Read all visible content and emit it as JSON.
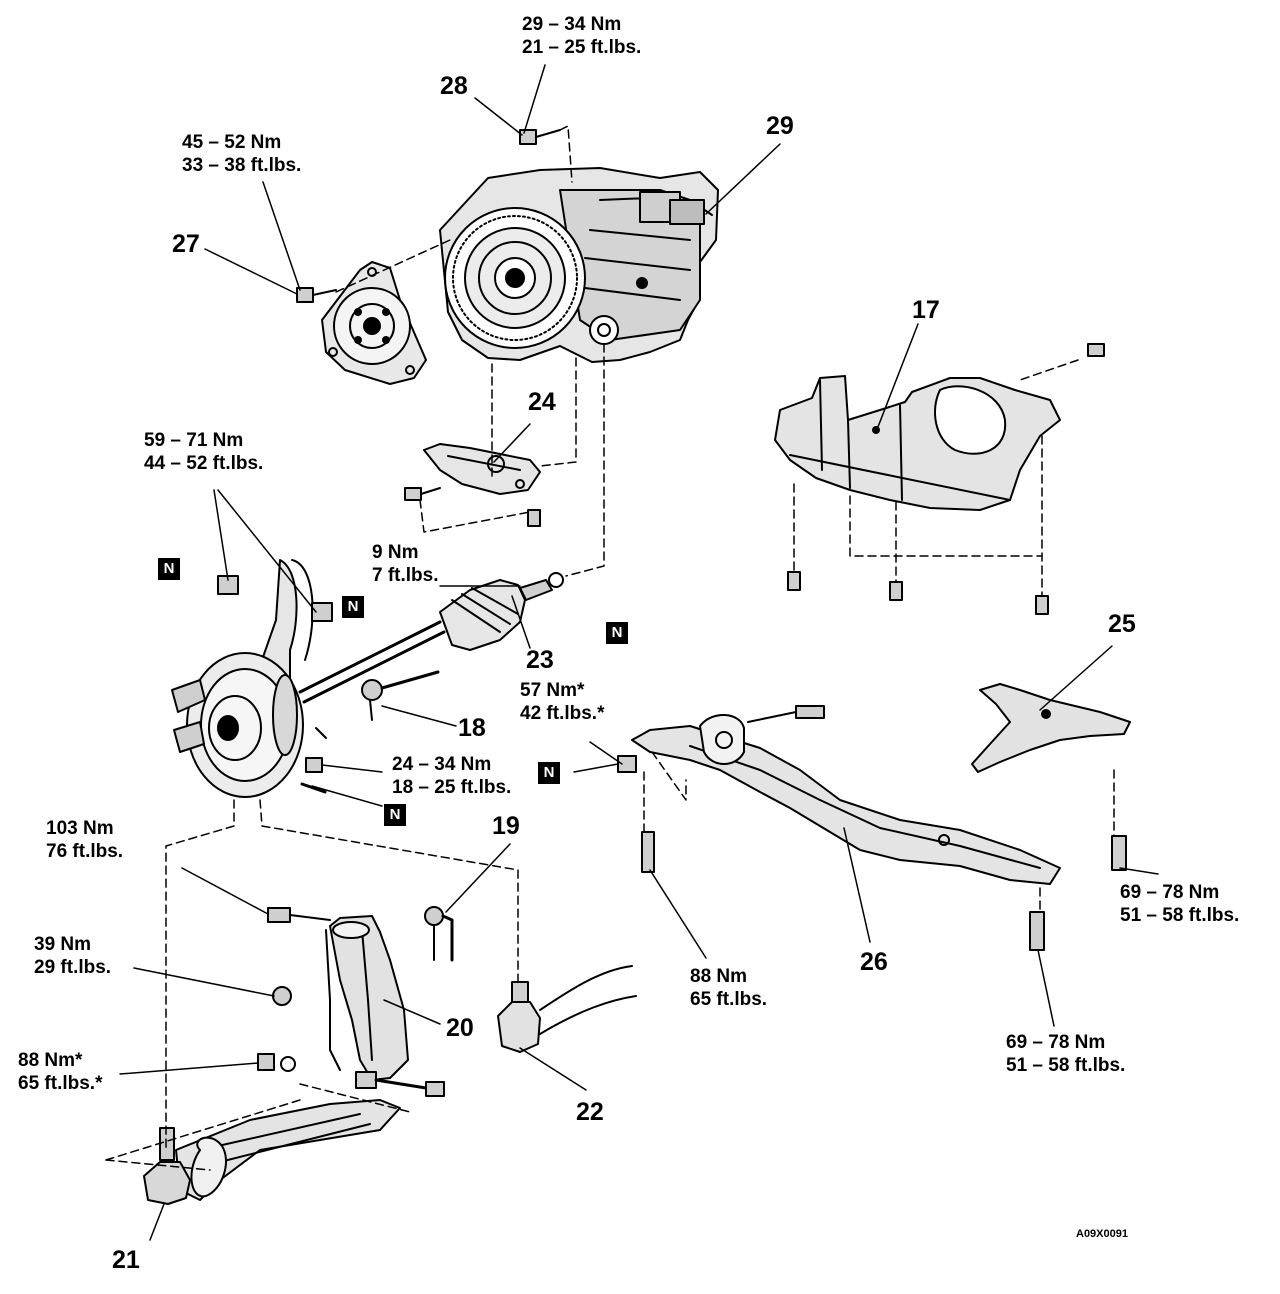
{
  "parts": {
    "p17": "17",
    "p18": "18",
    "p19": "19",
    "p20": "20",
    "p21": "21",
    "p22": "22",
    "p23": "23",
    "p24": "24",
    "p25": "25",
    "p26": "26",
    "p27": "27",
    "p28": "28",
    "p29": "29"
  },
  "torques": {
    "t28": {
      "nm": "29 – 34 Nm",
      "ft": "21 – 25 ft.lbs."
    },
    "t27": {
      "nm": "45 – 52 Nm",
      "ft": "33 – 38 ft.lbs."
    },
    "t_hub": {
      "nm": "59 – 71 Nm",
      "ft": "44 – 52 ft.lbs."
    },
    "t24": {
      "nm": "9 Nm",
      "ft": "7 ft.lbs."
    },
    "t_crossmember_nut": {
      "nm": "57 Nm*",
      "ft": "42 ft.lbs.*"
    },
    "t18": {
      "nm": "24 – 34 Nm",
      "ft": "18 – 25 ft.lbs."
    },
    "t_strut": {
      "nm": "103 Nm",
      "ft": "76 ft.lbs."
    },
    "t19": {
      "nm": "39 Nm",
      "ft": "29 ft.lbs."
    },
    "t20": {
      "nm": "88 Nm*",
      "ft": "65 ft.lbs.*"
    },
    "t26_left": {
      "nm": "88 Nm",
      "ft": "65 ft.lbs."
    },
    "t25": {
      "nm": "69 – 78 Nm",
      "ft": "51 – 58 ft.lbs."
    },
    "t26_right": {
      "nm": "69 – 78 Nm",
      "ft": "51 – 58 ft.lbs."
    }
  },
  "badges": {
    "new_part": "N"
  },
  "figure_code": "A09X0091"
}
